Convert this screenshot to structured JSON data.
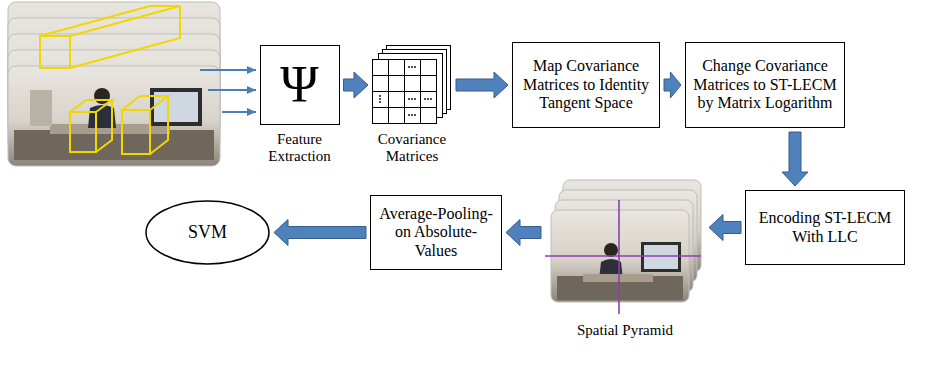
{
  "diagram": {
    "nodes": [
      {
        "text": [
          "Ψ",
          "Feature Extraction"
        ]
      },
      {
        "text": [
          "Covariance Matrices"
        ]
      },
      {
        "text": [
          "Map Covariance Matrices to Identity Tangent Space"
        ]
      },
      {
        "text": [
          "Change Covariance Matrices to ST-LECM by Matrix Logarithm"
        ]
      },
      {
        "text": [
          "Encoding ST-LECM With LLC"
        ]
      },
      {
        "text": [
          "Spatial Pyramid"
        ]
      },
      {
        "text": [
          "Average-Pooling- on Absolute-Values"
        ]
      },
      {
        "text": [
          "SVM"
        ]
      }
    ],
    "edges": [
      {
        "from": 0,
        "to": 1,
        "arrow": "to"
      },
      {
        "from": 1,
        "to": 2,
        "arrow": "to"
      },
      {
        "from": 2,
        "to": 3,
        "arrow": "to"
      },
      {
        "from": 3,
        "to": 4,
        "arrow": "to"
      },
      {
        "from": 4,
        "to": 5,
        "arrow": "to"
      },
      {
        "from": 5,
        "to": 6,
        "arrow": "to"
      },
      {
        "from": 6,
        "to": 7,
        "arrow": "to"
      }
    ]
  }
}
